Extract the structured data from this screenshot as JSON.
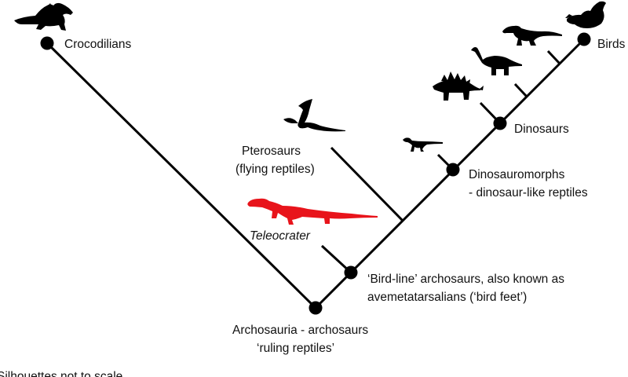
{
  "diagram": {
    "type": "phylogenetic-tree",
    "colors": {
      "line": "#000000",
      "highlight": "#e8141b",
      "text": "#111111"
    },
    "taxa": {
      "crocodilians": "Crocodilians",
      "birds": "Birds",
      "dinosaurs": "Dinosaurs",
      "dinosauromorphs_1": "Dinosauromorphs",
      "dinosauromorphs_2": "- dinosaur-like reptiles",
      "pterosaurs_1": "Pterosaurs",
      "pterosaurs_2": "(flying reptiles)",
      "teleocrater": "Teleocrater",
      "bird_line_1": "‘Bird-line’ archosaurs, also known as",
      "bird_line_2": "avemetatarsalians (‘bird feet’)",
      "archosauria_1": "Archosauria - archosaurs",
      "archosauria_2": "‘ruling reptiles’"
    },
    "footnote": "Silhouettes not to scale",
    "silhouettes": [
      "crocodile-icon",
      "duck-icon",
      "theropod-icon",
      "sauropod-icon",
      "stegosaur-icon",
      "pterosaur-icon",
      "dinosauromorph-icon",
      "teleocrater-icon"
    ]
  }
}
